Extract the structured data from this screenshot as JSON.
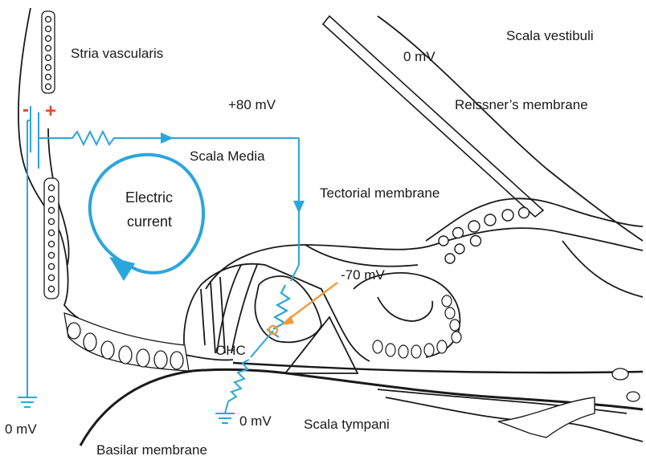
{
  "labels": {
    "stria_vascularis": "Stria vascularis",
    "scala_vestibuli": "Scala vestibuli",
    "potential_vestibuli": "0 mV",
    "potential_media": "+80 mV",
    "reissners_membrane": "Reissner’s membrane",
    "scala_media": "Scala Media",
    "tectorial_membrane": "Tectorial membrane",
    "electric_line1": "Electric",
    "electric_line2": "current",
    "potential_hair_cell": "-70 mV",
    "ohc": "OHC",
    "potential_tympani": "0 mV",
    "scala_tympani": "Scala tympani",
    "potential_ground_left": "0 mV",
    "basilar_membrane": "Basilar membrane"
  },
  "battery": {
    "minus": "-",
    "plus": "+"
  },
  "colors": {
    "circuit": "#2aa6dc",
    "sign": "#e8472a",
    "arrow": "#f29a3a",
    "outline": "#1a1a1a"
  }
}
